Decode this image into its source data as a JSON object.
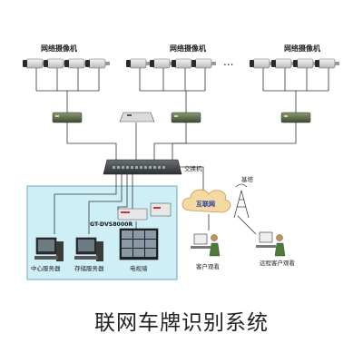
{
  "camera_groups": [
    {
      "label": "网络摄像机",
      "camera_count": 4
    },
    {
      "label": "网络摄像机",
      "camera_count": 4
    },
    {
      "label": "网络摄像机",
      "camera_count": 4
    }
  ],
  "ellipsis": "...",
  "switch_label": "交换机",
  "tower_label": "基塔",
  "cloud_label": "互联网",
  "dvr_label": "GT-DVS8000R",
  "servers": [
    {
      "label": "中心服务器"
    },
    {
      "label": "存储服务器"
    }
  ],
  "tv_wall_label": "电视墙",
  "client_label": "客户观看",
  "remote_client_label": "远程客户观看",
  "caption": "联网车牌识别系统",
  "colors": {
    "lan_zone_fill": "#cfeff6",
    "lan_zone_border": "#6fa9bb",
    "cloud_fill": "#f4d9a3",
    "cloud_text": "#1a3a9a",
    "line": "#333333"
  }
}
